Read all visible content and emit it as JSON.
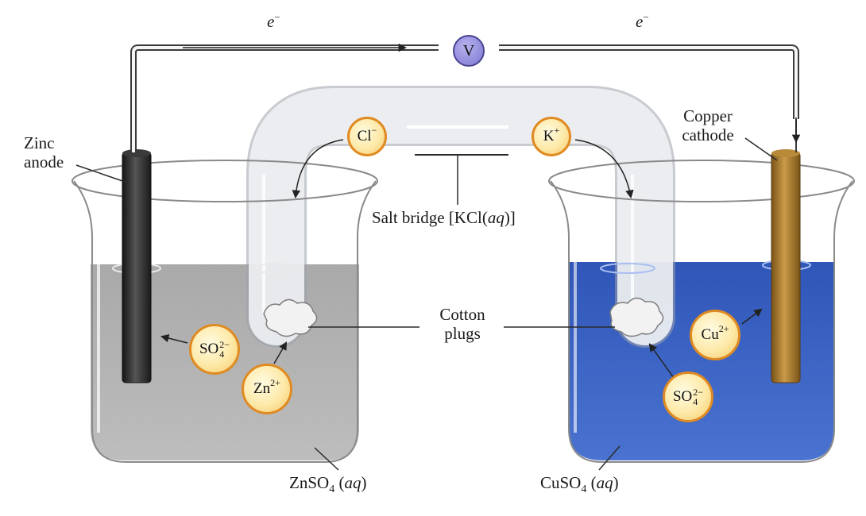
{
  "electron_labels": {
    "left": "e",
    "right": "e",
    "sign": "−"
  },
  "voltmeter": {
    "label": "V"
  },
  "anode": {
    "line1": "Zinc",
    "line2": "anode"
  },
  "cathode": {
    "line1": "Copper",
    "line2": "cathode"
  },
  "salt_bridge": {
    "text": "Salt bridge [KCl(",
    "italic": "aq",
    "close": ")]"
  },
  "cotton": {
    "line1": "Cotton",
    "line2": "plugs"
  },
  "left_solution": {
    "formula": "ZnSO",
    "subscript": "4",
    "state": "aq"
  },
  "right_solution": {
    "formula": "CuSO",
    "subscript": "4",
    "state": "aq"
  },
  "ions": {
    "cl": {
      "symbol": "Cl",
      "charge": "−"
    },
    "k": {
      "symbol": "K",
      "charge": "+"
    },
    "so4_left": {
      "symbol": "SO",
      "subscript": "4",
      "charge": "2−"
    },
    "zn": {
      "symbol": "Zn",
      "charge": "2+"
    },
    "cu": {
      "symbol": "Cu",
      "charge": "2+"
    },
    "so4_right": {
      "symbol": "SO",
      "subscript": "4",
      "charge": "2−"
    }
  },
  "colors": {
    "wire": "#3a3a3a",
    "znso4_solution": "#b4b4b4",
    "cuso4_solution": "#3f67c6",
    "zinc_electrode": "#2b2b2b",
    "copper_electrode": "#a8772a",
    "ion_fill": "#fde9a8",
    "ion_border": "#e08a22",
    "voltmeter": "#8e88da"
  }
}
